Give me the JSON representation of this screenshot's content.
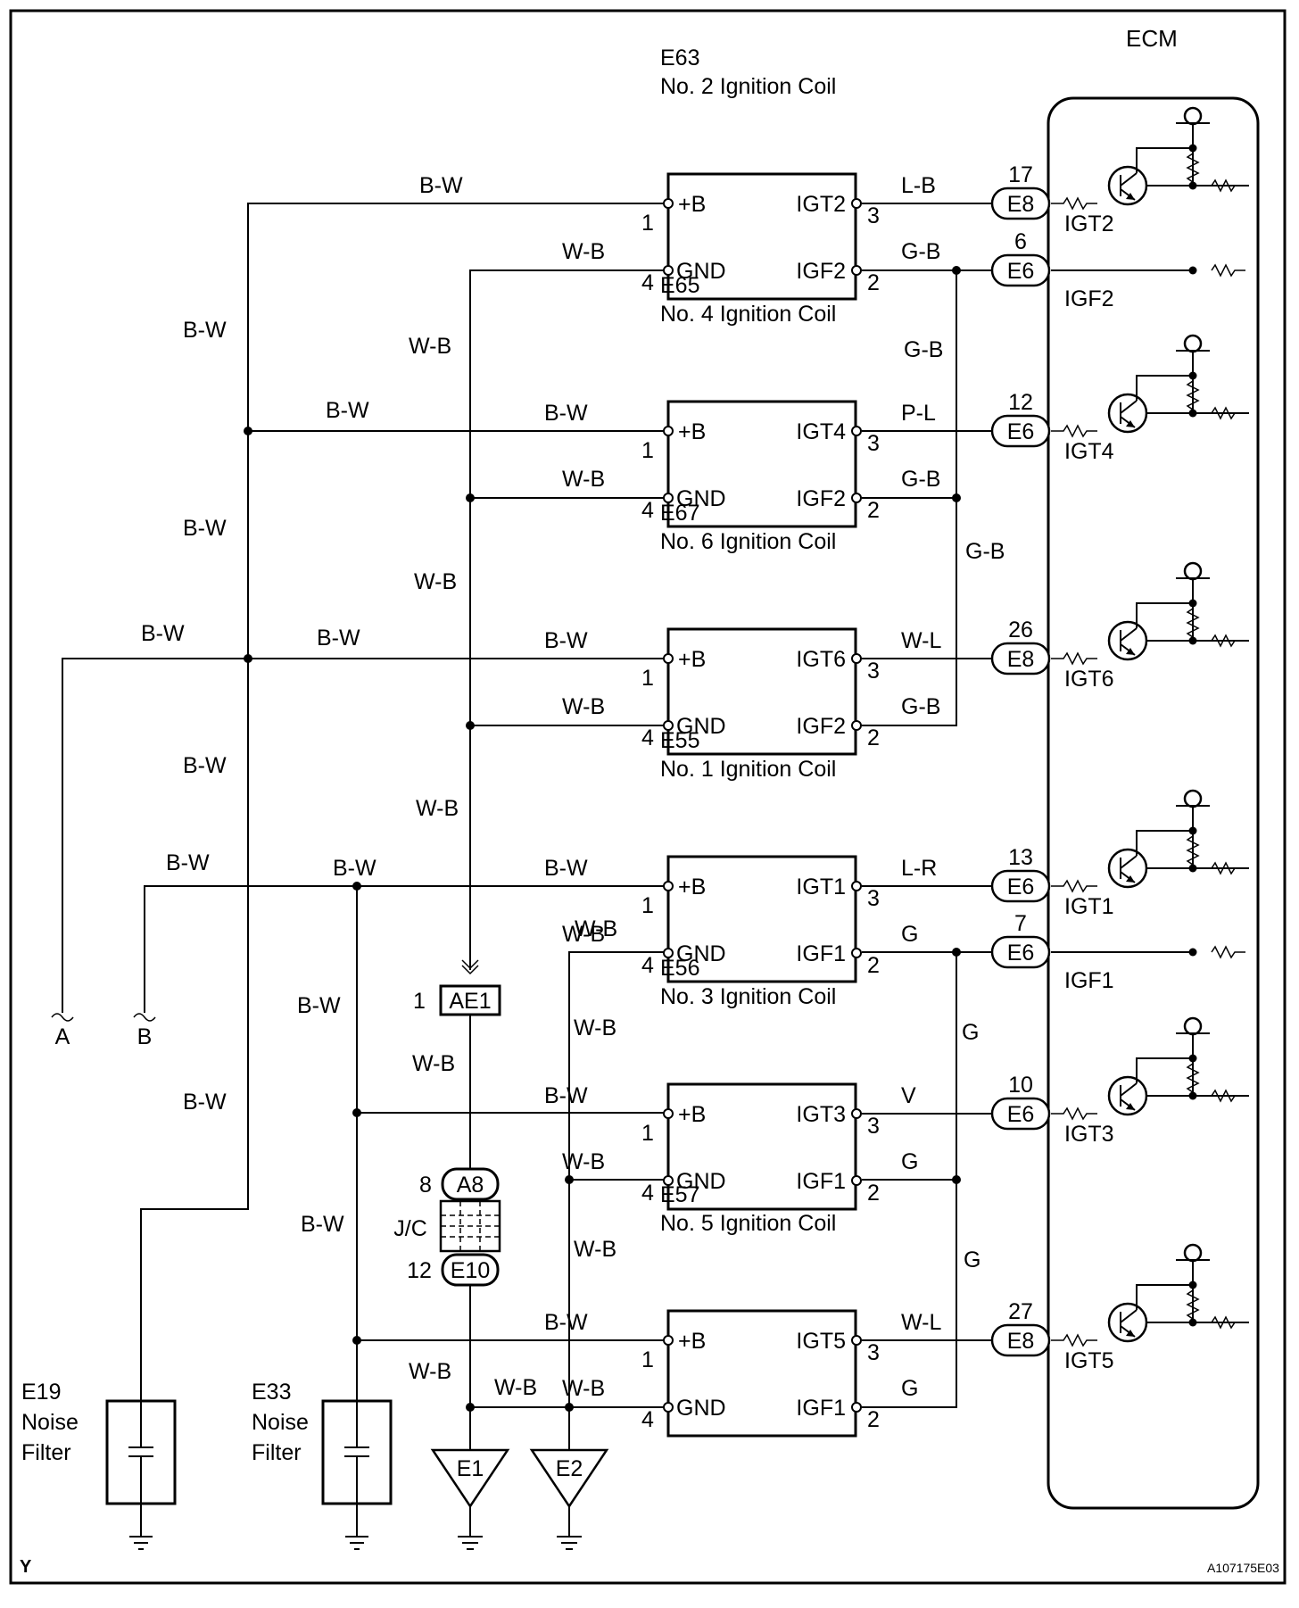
{
  "ecm_title": "ECM",
  "figure_code": "A107175E03",
  "corner_letter": "Y",
  "coils": [
    {
      "code": "E63",
      "name": "No. 2 Ignition Coil",
      "pin_b": "+B",
      "pin_gnd": "GND",
      "igt": "IGT2",
      "igf": "IGF2",
      "n1": "1",
      "n2": "2",
      "n3": "3",
      "n4": "4",
      "bw": "",
      "wb": "W-B",
      "igt_wire": "L-B",
      "igf_wire": "G-B",
      "conn_num": "17",
      "conn": "E8",
      "ecm_igt": "IGT2"
    },
    {
      "code": "E65",
      "name": "No. 4 Ignition Coil",
      "pin_b": "+B",
      "pin_gnd": "GND",
      "igt": "IGT4",
      "igf": "IGF2",
      "n1": "1",
      "n2": "2",
      "n3": "3",
      "n4": "4",
      "bw": "B-W",
      "wb": "W-B",
      "igt_wire": "P-L",
      "igf_wire": "G-B",
      "conn_num": "12",
      "conn": "E6",
      "ecm_igt": "IGT4"
    },
    {
      "code": "E67",
      "name": "No. 6 Ignition Coil",
      "pin_b": "+B",
      "pin_gnd": "GND",
      "igt": "IGT6",
      "igf": "IGF2",
      "n1": "1",
      "n2": "2",
      "n3": "3",
      "n4": "4",
      "bw": "B-W",
      "wb": "W-B",
      "igt_wire": "W-L",
      "igf_wire": "G-B",
      "conn_num": "26",
      "conn": "E8",
      "ecm_igt": "IGT6"
    },
    {
      "code": "E55",
      "name": "No. 1 Ignition Coil",
      "pin_b": "+B",
      "pin_gnd": "GND",
      "igt": "IGT1",
      "igf": "IGF1",
      "n1": "1",
      "n2": "2",
      "n3": "3",
      "n4": "4",
      "bw": "B-W",
      "wb": "W-B",
      "igt_wire": "L-R",
      "igf_wire": "G",
      "conn_num": "13",
      "conn": "E6",
      "ecm_igt": "IGT1"
    },
    {
      "code": "E56",
      "name": "No. 3 Ignition Coil",
      "pin_b": "+B",
      "pin_gnd": "GND",
      "igt": "IGT3",
      "igf": "IGF1",
      "n1": "1",
      "n2": "2",
      "n3": "3",
      "n4": "4",
      "bw": "B-W",
      "wb": "W-B",
      "igt_wire": "V",
      "igf_wire": "G",
      "conn_num": "10",
      "conn": "E6",
      "ecm_igt": "IGT3"
    },
    {
      "code": "E57",
      "name": "No. 5 Ignition Coil",
      "pin_b": "+B",
      "pin_gnd": "GND",
      "igt": "IGT5",
      "igf": "IGF1",
      "n1": "1",
      "n2": "2",
      "n3": "3",
      "n4": "4",
      "bw": "B-W",
      "wb": "W-B",
      "igt_wire": "W-L",
      "igf_wire": "G",
      "conn_num": "27",
      "conn": "E8",
      "ecm_igt": "IGT5"
    }
  ],
  "igf_connectors": [
    {
      "num": "6",
      "conn": "E6",
      "ecm_label": "IGF2",
      "wire": "G-B"
    },
    {
      "num": "7",
      "conn": "E6",
      "ecm_label": "IGF1",
      "wire": "G"
    }
  ],
  "wire_labels": {
    "bw": "B-W",
    "wb": "W-B",
    "gb": "G-B",
    "g": "G"
  },
  "junction": {
    "title": "J/C",
    "top_conn": "A8",
    "top_num": "8",
    "bottom_conn": "E10",
    "bottom_num": "12",
    "ae1": "AE1",
    "ae1_num": "1"
  },
  "grounds": [
    {
      "label": "E1"
    },
    {
      "label": "E2"
    }
  ],
  "noise_filters": [
    {
      "code": "E19",
      "line1": "Noise",
      "line2": "Filter"
    },
    {
      "code": "E33",
      "line1": "Noise",
      "line2": "Filter"
    }
  ],
  "terminals": [
    {
      "label": "A"
    },
    {
      "label": "B"
    }
  ]
}
